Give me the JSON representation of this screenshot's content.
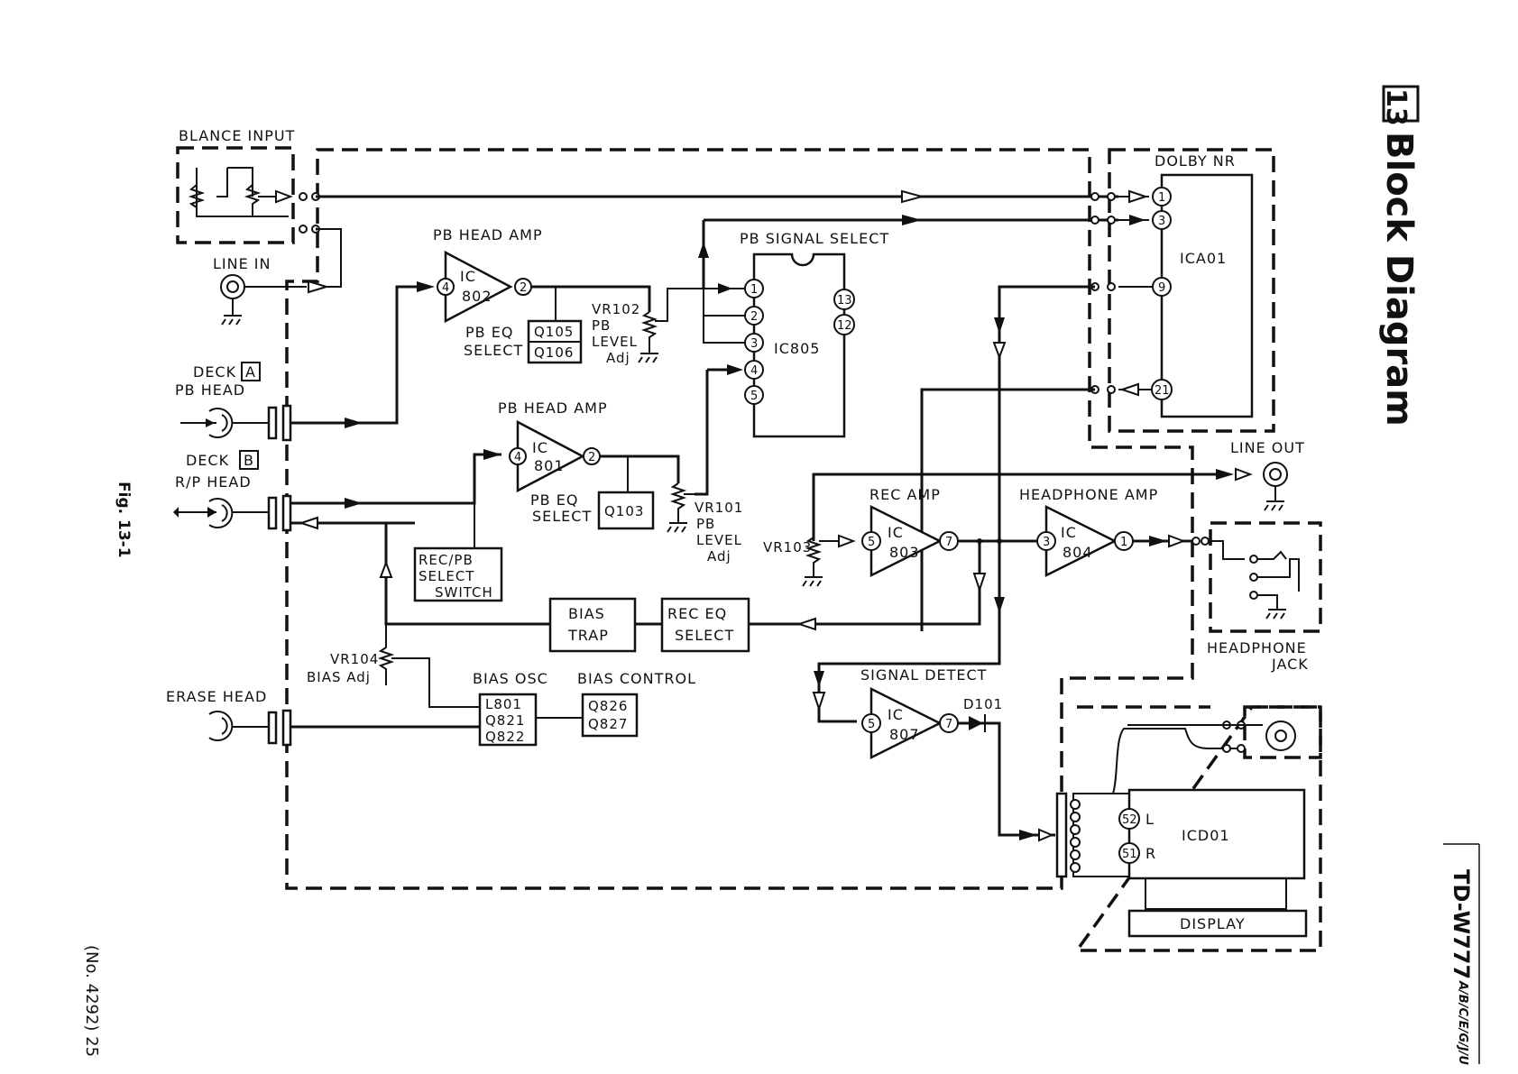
{
  "page": {
    "section_number": "13",
    "section_title": "Block Diagram",
    "model": "TD-W777",
    "model_suffix": "A/B/C/E/G/J/U",
    "figure": "Fig. 13-1",
    "page_ref": "(No. 4292) 25"
  },
  "labels": {
    "balance_input": "BLANCE INPUT",
    "line_in": "LINE IN",
    "deck_a": "DECK",
    "deck_a_letter": "A",
    "pb_head": "PB HEAD",
    "deck_b": "DECK",
    "deck_b_letter": "B",
    "rp_head": "R/P HEAD",
    "erase_head": "ERASE HEAD",
    "pb_head_amp_1": "PB HEAD AMP",
    "pb_head_amp_2": "PB HEAD AMP",
    "pb_signal_select": "PB SIGNAL SELECT",
    "dolby_nr": "DOLBY NR",
    "ica01": "ICA01",
    "ic805": "IC805",
    "ic802": "IC",
    "ic802_num": "802",
    "ic801": "IC",
    "ic801_num": "801",
    "ic803": "IC",
    "ic803_num": "803",
    "ic804": "IC",
    "ic804_num": "804",
    "ic807": "IC",
    "ic807_num": "807",
    "pb_eq_select_1a": "PB EQ",
    "pb_eq_select_1b": "SELECT",
    "q105": "Q105",
    "q106": "Q106",
    "vr102": "VR102",
    "vr102_pb": "PB",
    "vr102_level": "LEVEL",
    "vr102_adj": "Adj",
    "pb_eq_select_2a": "PB EQ",
    "pb_eq_select_2b": "SELECT",
    "q103": "Q103",
    "vr101": "VR101",
    "vr101_pb": "PB",
    "vr101_level": "LEVEL",
    "vr101_adj": "Adj",
    "rec_pb_1": "REC/PB",
    "rec_pb_2": "SELECT",
    "rec_pb_3": "SWITCH",
    "bias_trap_1": "BIAS",
    "bias_trap_2": "TRAP",
    "rec_eq_1": "REC EQ",
    "rec_eq_2": "SELECT",
    "vr104": "VR104",
    "bias_adj": "BIAS Adj",
    "bias_osc": "BIAS OSC",
    "bias_control": "BIAS CONTROL",
    "l801": "L801",
    "q821": "Q821",
    "q822": "Q822",
    "q826": "Q826",
    "q827": "Q827",
    "rec_amp": "REC AMP",
    "vr103": "VR103",
    "headphone_amp": "HEADPHONE AMP",
    "line_out": "LINE OUT",
    "headphone_jack_1": "HEADPHONE",
    "headphone_jack_2": "JACK",
    "signal_detect": "SIGNAL DETECT",
    "d101": "D101",
    "icd01": "ICD01",
    "display": "DISPLAY",
    "ch_l": "L",
    "ch_r": "R"
  },
  "pins": {
    "p1": "1",
    "p2": "2",
    "p3": "3",
    "p4": "4",
    "p5": "5",
    "p7": "7",
    "p9": "9",
    "p12": "12",
    "p13": "13",
    "p21": "21",
    "p51": "51",
    "p52": "52"
  }
}
